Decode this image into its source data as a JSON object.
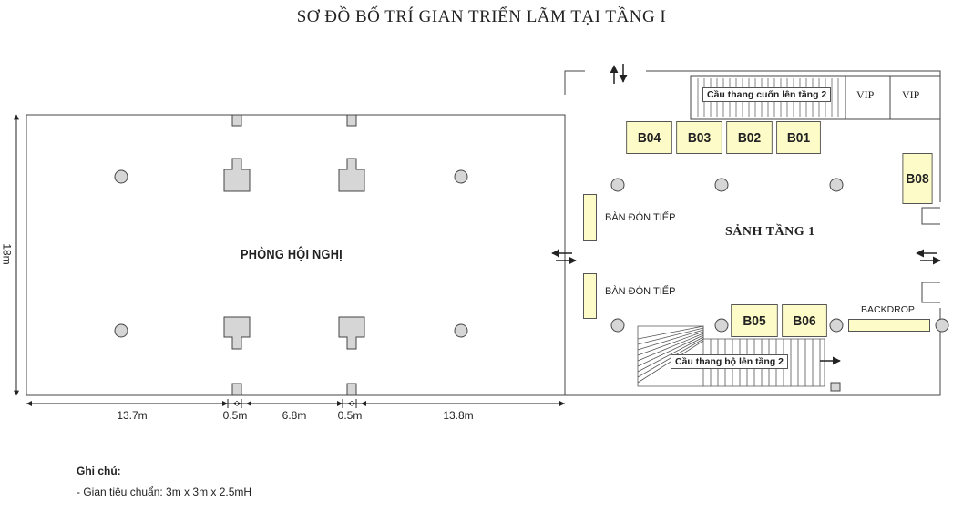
{
  "title": "SƠ ĐỒ BỐ TRÍ GIAN TRIỂN LÃM TẠI TẦNG I",
  "conference_room": {
    "name": "PHÒNG HỘI NGHỊ",
    "height_label": "18m"
  },
  "dimensions": [
    "13.7m",
    "0.5m",
    "6.8m",
    "0.5m",
    "13.8m"
  ],
  "hall": {
    "name": "SẢNH TẦNG 1"
  },
  "booths": [
    "B04",
    "B03",
    "B02",
    "B01",
    "B08",
    "B05",
    "B06"
  ],
  "reception": [
    "BÀN ĐÓN TIẾP",
    "BÀN ĐÓN TIẾP"
  ],
  "escalator_label": "Cầu thang cuốn lên tầng 2",
  "stair_label": "Cầu thang bộ lên tầng 2",
  "vip": [
    "VIP",
    "VIP"
  ],
  "backdrop": "BACKDROP",
  "notes": {
    "title": "Ghi chú:",
    "lines": [
      "- Gian tiêu chuẩn: 3m x 3m x 2.5mH"
    ]
  }
}
